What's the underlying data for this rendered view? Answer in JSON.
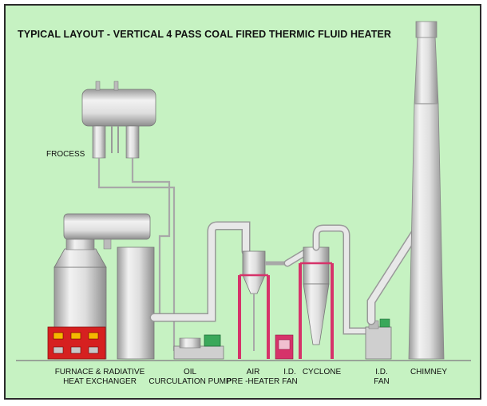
{
  "title": "TYPICAL LAYOUT - VERTICAL 4 PASS COAL FIRED THERMIC FLUID HEATER",
  "labels": {
    "process": "FROCESS",
    "furnace_1": "FURNACE & RADIATIVE",
    "furnace_2": "HEAT EXCHANGER",
    "oil_pump_1": "OIL",
    "oil_pump_2": "CURCULATION PUMP",
    "air_preheater_1": "AIR",
    "air_preheater_2": "PRE -HEATER",
    "id_fan_small_1": "I.D.",
    "id_fan_small_2": "FAN",
    "cyclone": "CYCLONE",
    "id_fan_1": "I.D.",
    "id_fan_2": "FAN",
    "chimney": "CHIMNEY"
  },
  "colors": {
    "background": "#c6f2c2",
    "equipment": "#dcdcdc",
    "support": "#d6336a",
    "furnace_door": "#d62020",
    "motor": "#3aa85a"
  }
}
